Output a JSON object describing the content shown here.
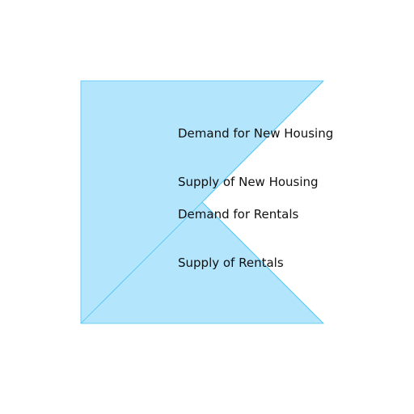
{
  "diagram": {
    "fill_color": "#b3e5fc",
    "stroke_color": "#4fc3f7",
    "labels": {
      "demand_new_housing": "Demand for New Housing",
      "supply_new_housing": "Supply of New Housing",
      "demand_rentals": "Demand for Rentals",
      "supply_rentals": "Supply of Rentals"
    }
  }
}
